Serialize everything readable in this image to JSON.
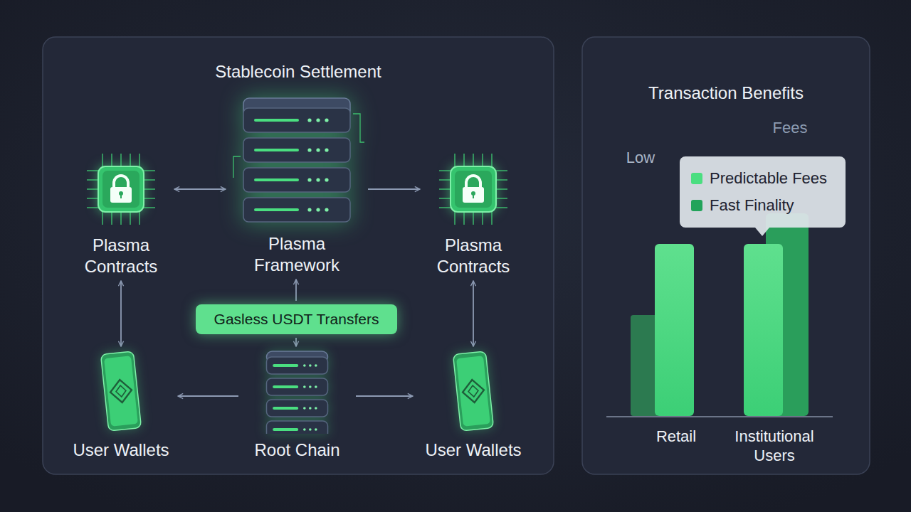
{
  "diagram": {
    "nodes": [
      {
        "text": [
          "Stablecoin Settlement"
        ]
      },
      {
        "text": [
          "Plasma Contracts"
        ],
        "in": 0
      },
      {
        "text": [
          "Plasma Framework"
        ],
        "in": 0
      },
      {
        "text": [
          "Plasma Contracts"
        ],
        "in": 0
      },
      {
        "text": [
          "Gasless USDT Transfers"
        ],
        "in": 0
      },
      {
        "text": [
          "User Wallets"
        ],
        "in": 0
      },
      {
        "text": [
          "Root Chain"
        ],
        "in": 0
      },
      {
        "text": [
          "User Wallets"
        ],
        "in": 0
      },
      {
        "text": [
          "Transaction Benefits"
        ]
      }
    ],
    "edges": [
      {
        "from": 1,
        "to": 2,
        "arrow": "both"
      },
      {
        "from": 2,
        "to": 3,
        "arrow": "to"
      },
      {
        "from": 4,
        "to": 2,
        "arrow": "to"
      },
      {
        "from": 4,
        "to": 6,
        "arrow": "to"
      },
      {
        "from": 1,
        "to": 5,
        "arrow": "both"
      },
      {
        "from": 3,
        "to": 7,
        "arrow": "both"
      },
      {
        "from": 6,
        "to": 5,
        "arrow": "to"
      },
      {
        "from": 6,
        "to": 7,
        "arrow": "to"
      }
    ],
    "labels": [
      "Low",
      "Fees",
      "Retail",
      "Institutional Users"
    ],
    "legend": [
      {
        "text": "Predictable Fees",
        "color": "#4ade80"
      },
      {
        "text": "Fast Finality",
        "color": "#22a35a"
      }
    ]
  }
}
